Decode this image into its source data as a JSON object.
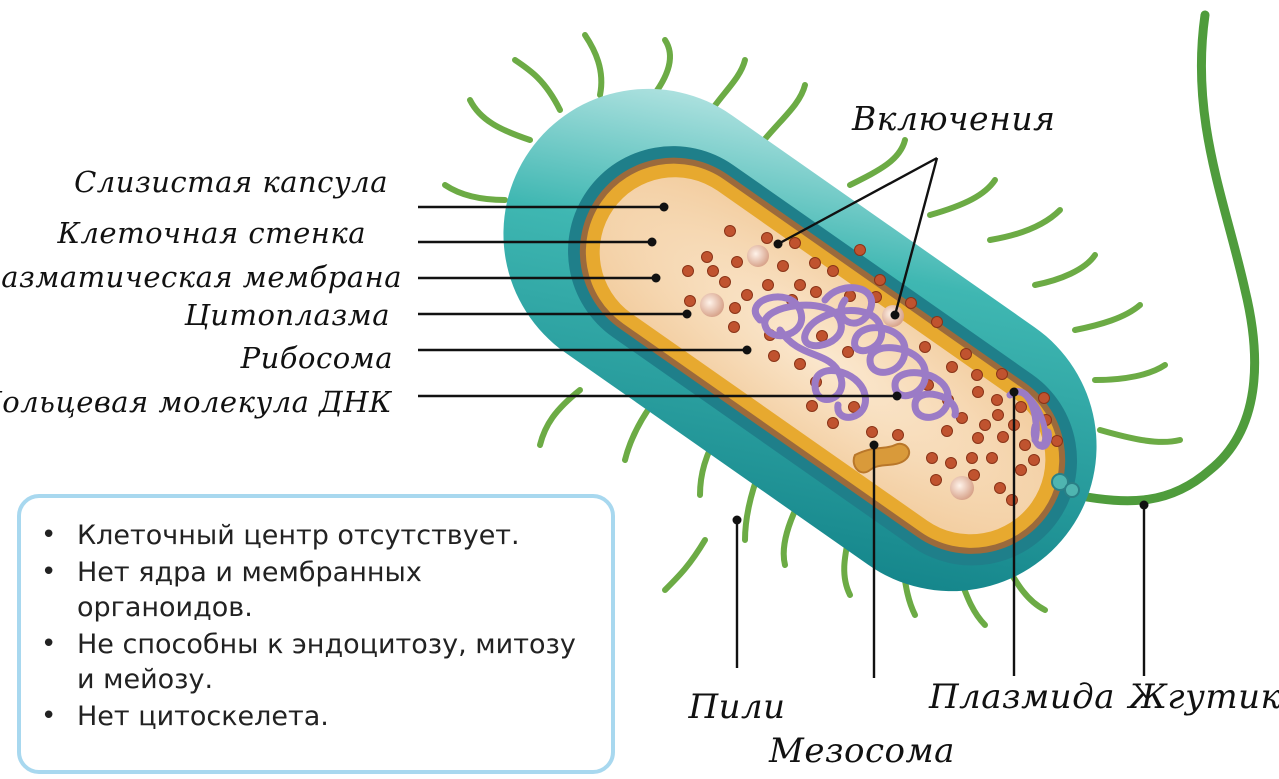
{
  "colors": {
    "capsule": "#1a9e9a",
    "wall": "#1f7f8a",
    "membrane": "#e7a92f",
    "cytoplasm": "#f7d9b4",
    "ribosome": "#c0532f",
    "dna": "#9b7bc6",
    "pili": "#6cab45",
    "box_border": "#a8d8ef"
  },
  "labels_left": [
    {
      "id": "capsule",
      "text": "Слизистая капсула"
    },
    {
      "id": "wall",
      "text": "Клеточная стенка"
    },
    {
      "id": "membrane",
      "text": "Плазматическая мембрана"
    },
    {
      "id": "cytoplasm",
      "text": "Цитоплазма"
    },
    {
      "id": "ribosome",
      "text": "Рибосома"
    },
    {
      "id": "dna",
      "text": "Кольцевая молекула ДНК"
    }
  ],
  "label_top": {
    "id": "inclusions",
    "text": "Включения"
  },
  "labels_bottom": [
    {
      "id": "pili",
      "text": "Пили"
    },
    {
      "id": "mesosome",
      "text": "Мезосома"
    },
    {
      "id": "plasmid",
      "text": "Плазмида"
    },
    {
      "id": "flagellum",
      "text": "Жгутик"
    }
  ],
  "facts": [
    "Клеточный центр отсутствует.",
    "Нет ядра и мембранных органоидов.",
    "Не способны к эндоцитозу, митозу и мейозу.",
    "Нет цитоскелета."
  ]
}
